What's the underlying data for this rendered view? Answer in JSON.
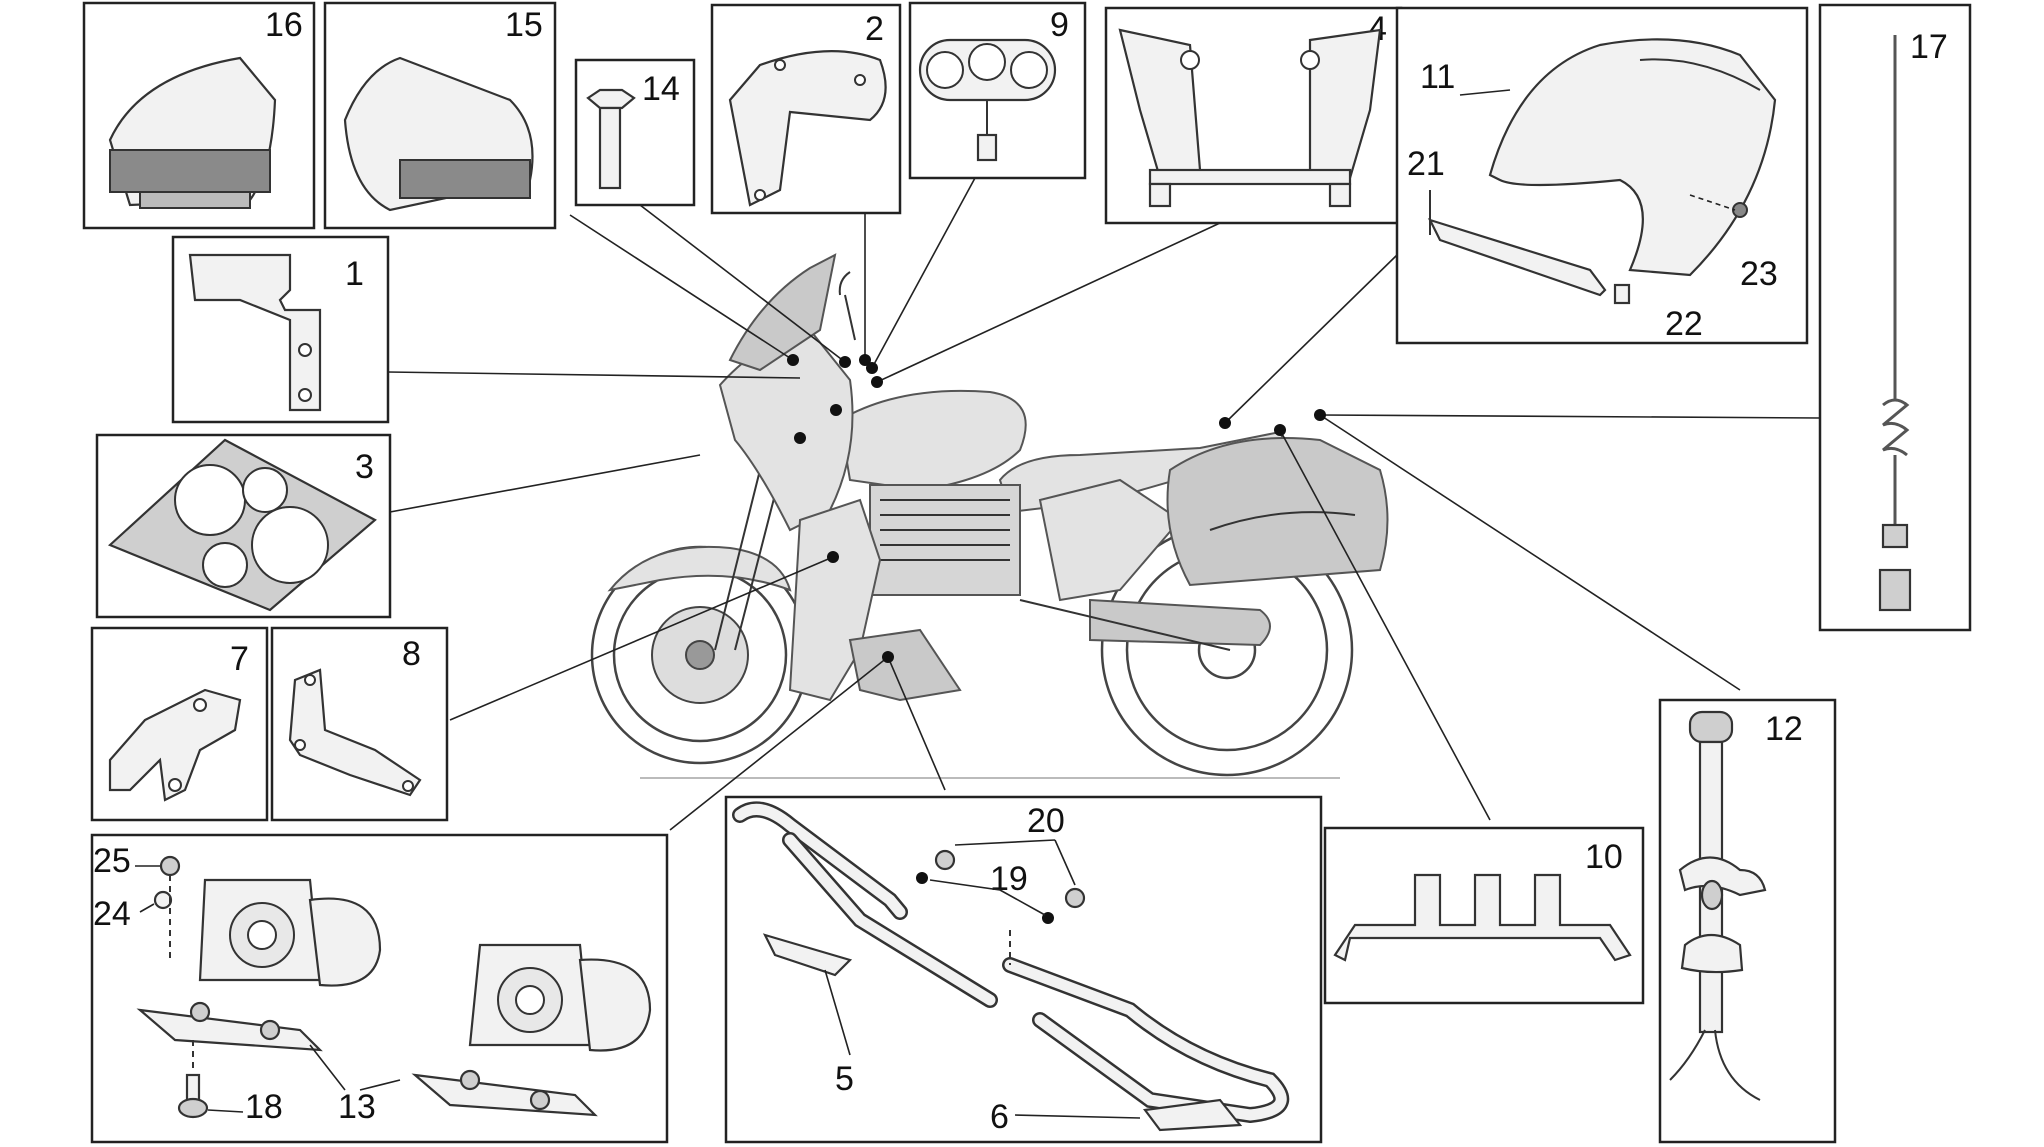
{
  "callouts": {
    "n1": "1",
    "n2": "2",
    "n3": "3",
    "n4": "4",
    "n5": "5",
    "n6": "6",
    "n7": "7",
    "n8": "8",
    "n9": "9",
    "n10": "10",
    "n11": "11",
    "n12": "12",
    "n13": "13",
    "n14": "14",
    "n15": "15",
    "n16": "16",
    "n17": "17",
    "n18": "18",
    "n19": "19",
    "n20": "20",
    "n21": "21",
    "n22": "22",
    "n23": "23",
    "n24": "24",
    "n25": "25"
  },
  "colors": {
    "line": "#222222",
    "background": "#ffffff",
    "highlight_part": "#d8d8d8"
  }
}
